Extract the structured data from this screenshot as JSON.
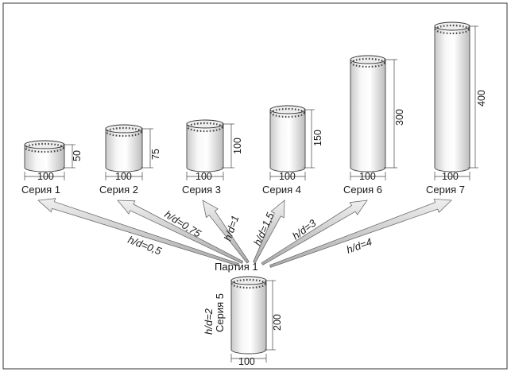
{
  "figure": {
    "center_label": "Партия 1",
    "series": [
      {
        "id": "s1",
        "label": "Серия 1",
        "diameter": "100",
        "height": "50",
        "ratio": "h/d=0,5"
      },
      {
        "id": "s2",
        "label": "Серия 2",
        "diameter": "100",
        "height": "75",
        "ratio": "h/d=0,75"
      },
      {
        "id": "s3",
        "label": "Серия 3",
        "diameter": "100",
        "height": "100",
        "ratio": "h/d=1"
      },
      {
        "id": "s4",
        "label": "Серия 4",
        "diameter": "100",
        "height": "150",
        "ratio": "h/d=1,5"
      },
      {
        "id": "s6",
        "label": "Серия 6",
        "diameter": "100",
        "height": "300",
        "ratio": "h/d=3"
      },
      {
        "id": "s7",
        "label": "Серия 7",
        "diameter": "100",
        "height": "400",
        "ratio": "h/d=4"
      },
      {
        "id": "s5",
        "label": "Серия 5",
        "diameter": "100",
        "height": "200",
        "ratio": "h/d=2"
      }
    ]
  }
}
